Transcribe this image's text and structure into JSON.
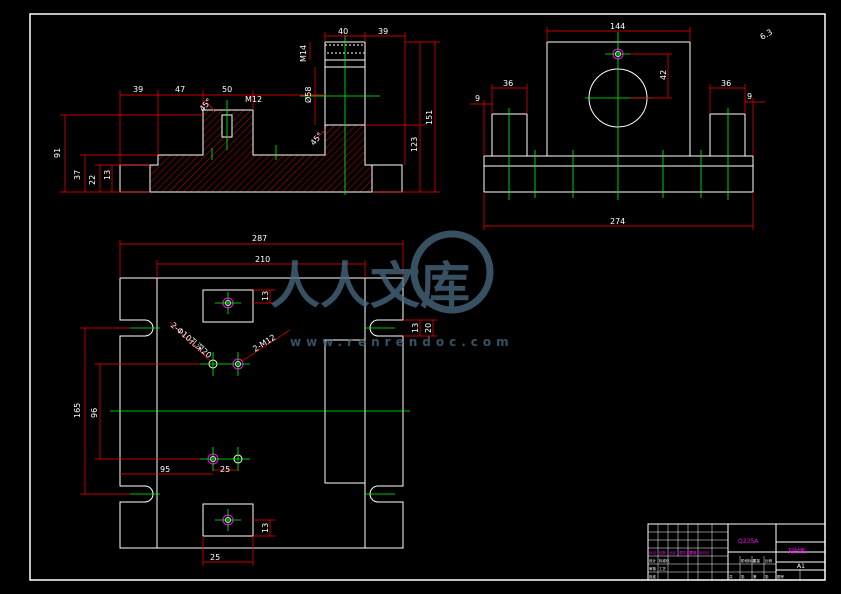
{
  "colors": {
    "background": "#000000",
    "outline": "#ffffff",
    "dimension": "#ff0000",
    "centerline": "#00ff00",
    "hatch": "#ff0000",
    "hole": "#ff00ff",
    "watermark": "#4a6c84"
  },
  "front_view": {
    "dims": {
      "d39a": "39",
      "d47": "47",
      "d50": "50",
      "m12": "M12",
      "d40": "40",
      "d39b": "39",
      "m14": "M14",
      "d58": "Ø58",
      "d91": "91",
      "d37": "37",
      "d22": "22",
      "d13": "13",
      "d123": "123",
      "d151": "151",
      "a45": "45°",
      "a45b": "45°"
    }
  },
  "side_view": {
    "dims": {
      "d144": "144",
      "d36a": "36",
      "d36b": "36",
      "d9a": "9",
      "d9b": "9",
      "d42": "42",
      "d274": "274",
      "roughness": "6.3"
    }
  },
  "top_view": {
    "dims": {
      "d287": "287",
      "d210": "210",
      "d13a": "13",
      "d13b": "13",
      "d20": "20",
      "d165": "165",
      "d96": "96",
      "d95": "95",
      "d25a": "25",
      "d25b": "25",
      "d13c": "13",
      "hole_note_left": "2-Φ10孔深20",
      "hole_note_right": "2-M12"
    }
  },
  "watermark": {
    "text": "人人文库",
    "url": "www.renrendoc.com"
  },
  "title_block": {
    "material": "Q235A",
    "part_name": "刻衬板",
    "sheet": "A1",
    "cells": [
      "标记",
      "处数",
      "分区",
      "更改文件号",
      "签名",
      "年月日",
      "设计",
      "标准化",
      "审核",
      "工艺",
      "批准",
      "阶段标记",
      "重量",
      "比例",
      "共",
      "张",
      "第",
      "张",
      "图号"
    ]
  }
}
